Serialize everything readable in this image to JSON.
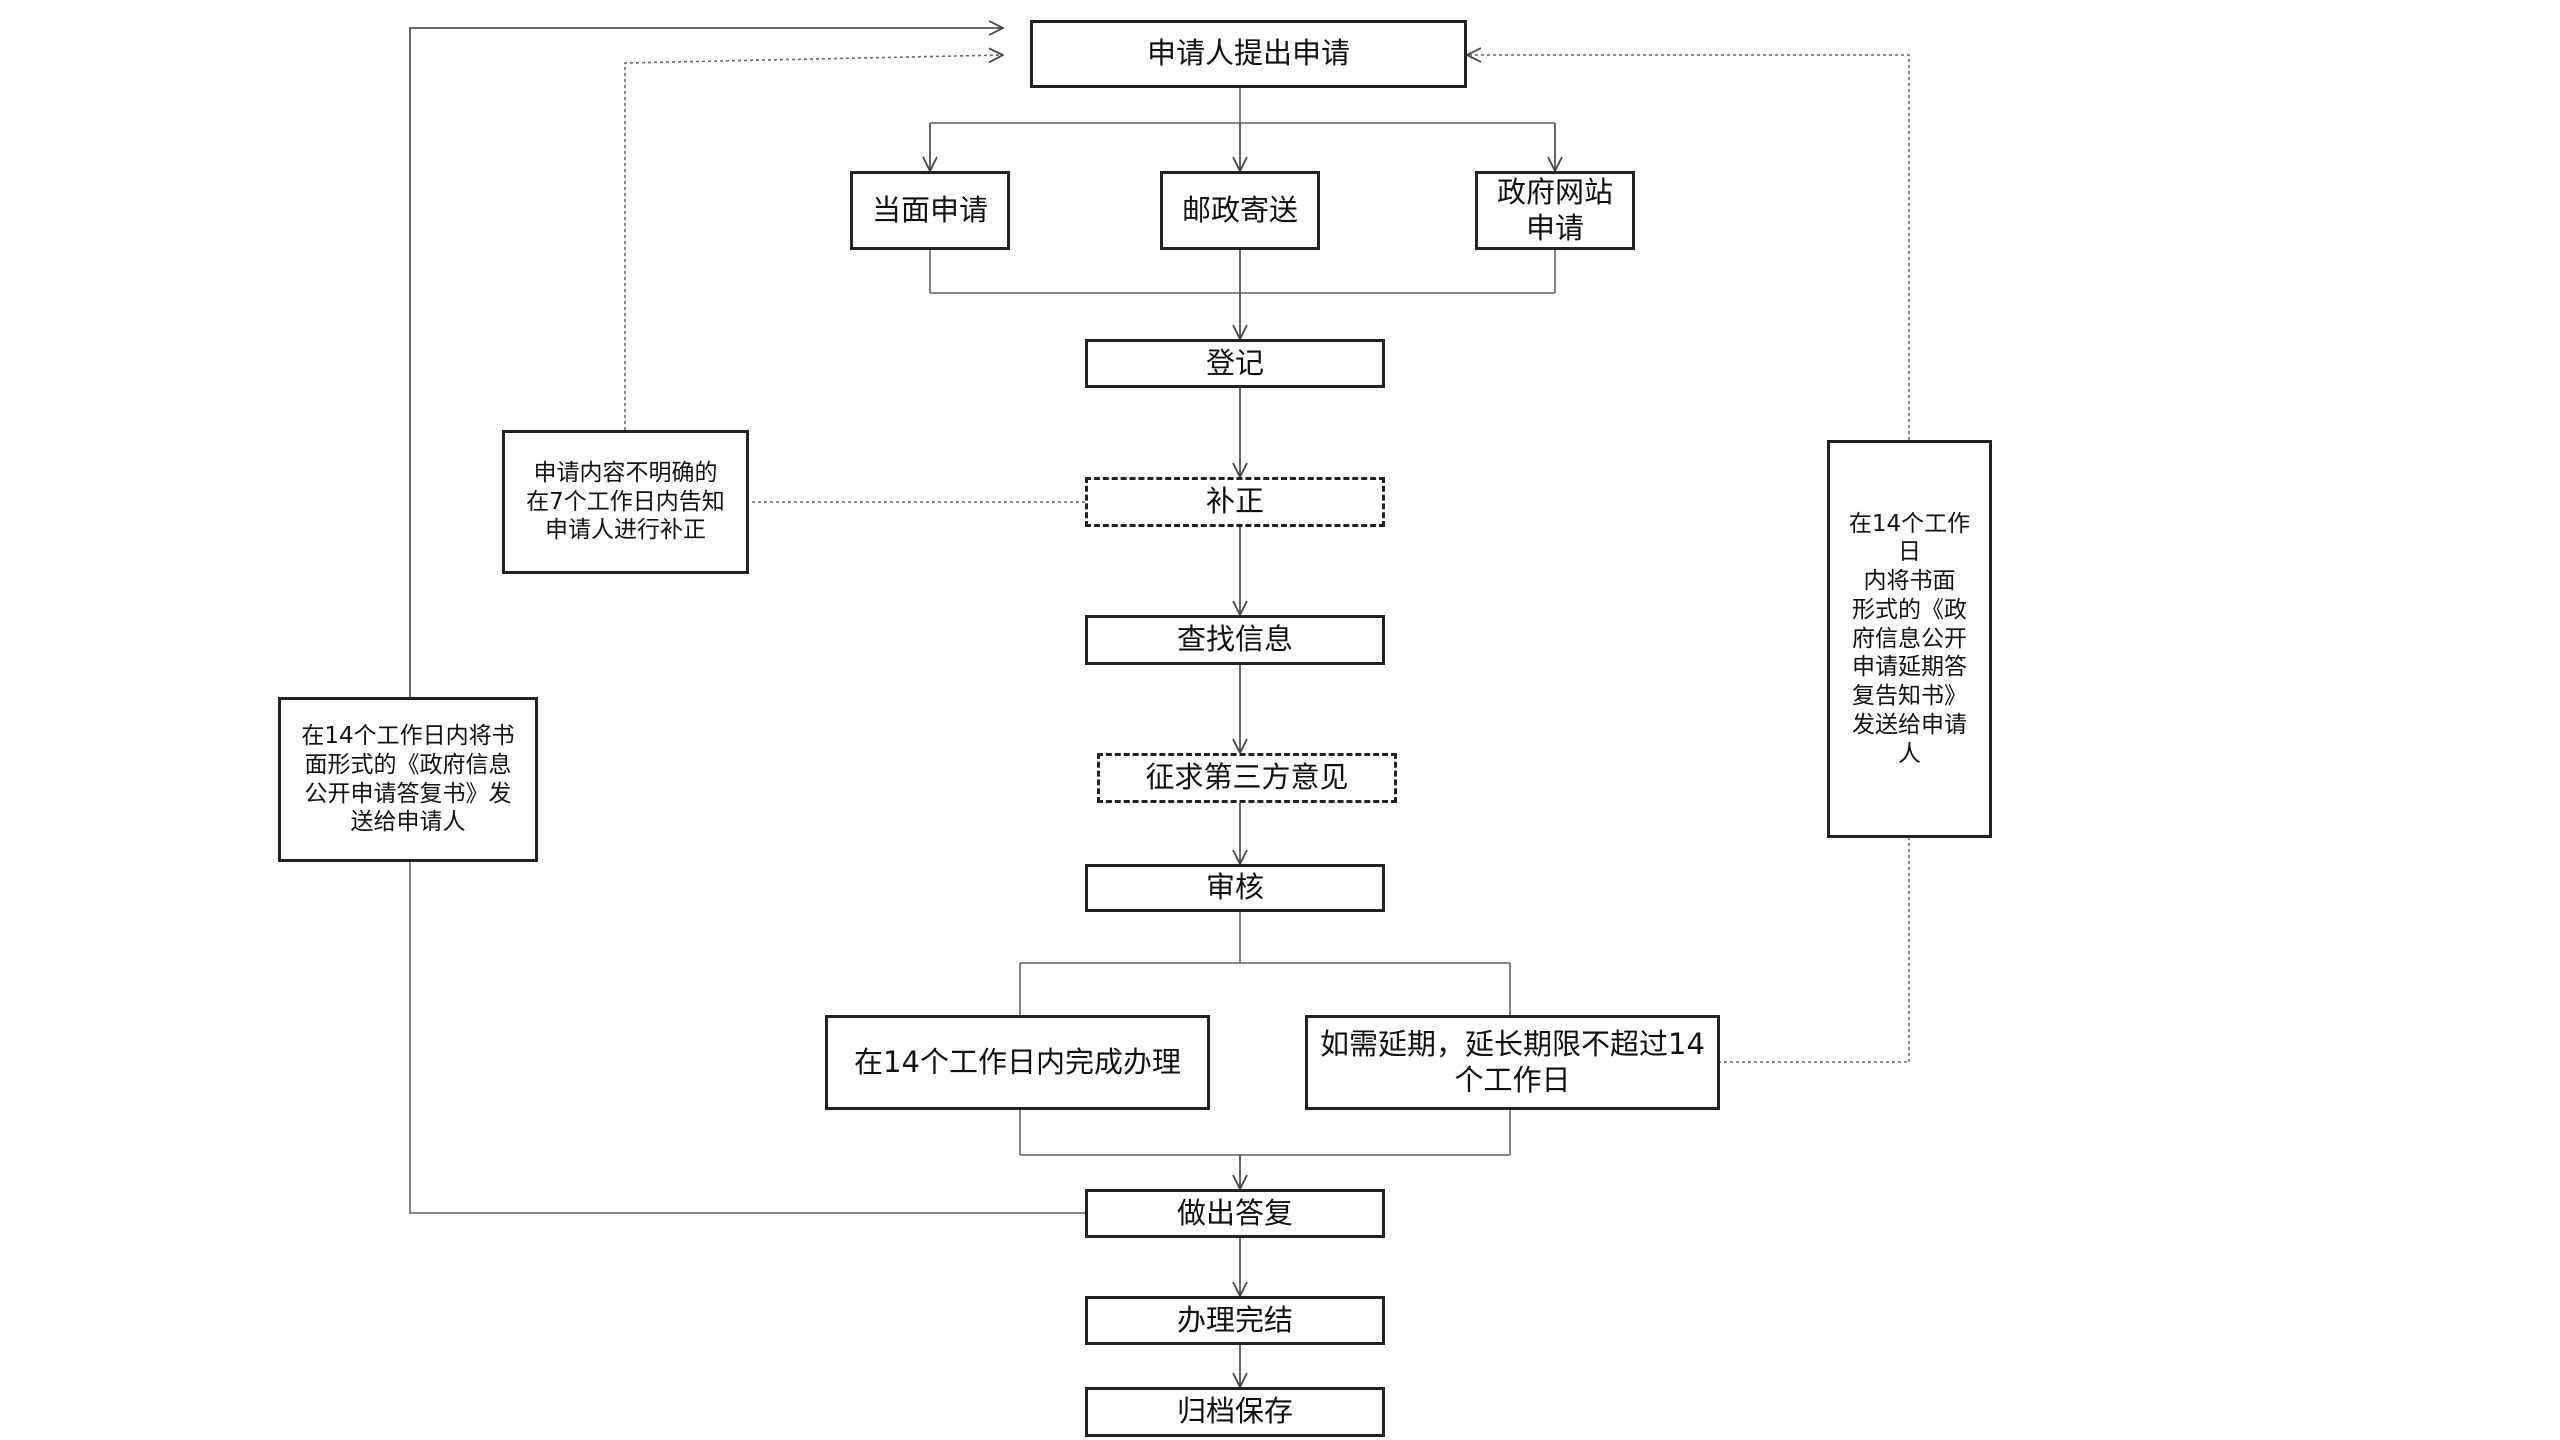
{
  "flowchart": {
    "nodes": {
      "apply": "申请人提出申请",
      "in_person": "当面申请",
      "postal": "邮政寄送",
      "website": "政府网站\n申请",
      "register": "登记",
      "correction": "补正",
      "search": "查找信息",
      "third_party": "征求第三方意见",
      "review": "审核",
      "complete_14": "在14个工作日内完成办理",
      "extension": "如需延期，延长期限不超过14\n个工作日",
      "reply": "做出答复",
      "finish": "办理完结",
      "archive": "归档保存",
      "note_unclear": "申请内容不明确的\n在7个工作日内告知\n申请人进行补正",
      "note_reply_letter": "在14个工作日内将书\n面形式的《政府信息\n公开申请答复书》发\n送给申请人",
      "note_extension_letter": "在14个工作日\n内将书面\n形式的《政\n府信息公开\n申请延期答\n复告知书》\n发送给申请\n人"
    }
  }
}
